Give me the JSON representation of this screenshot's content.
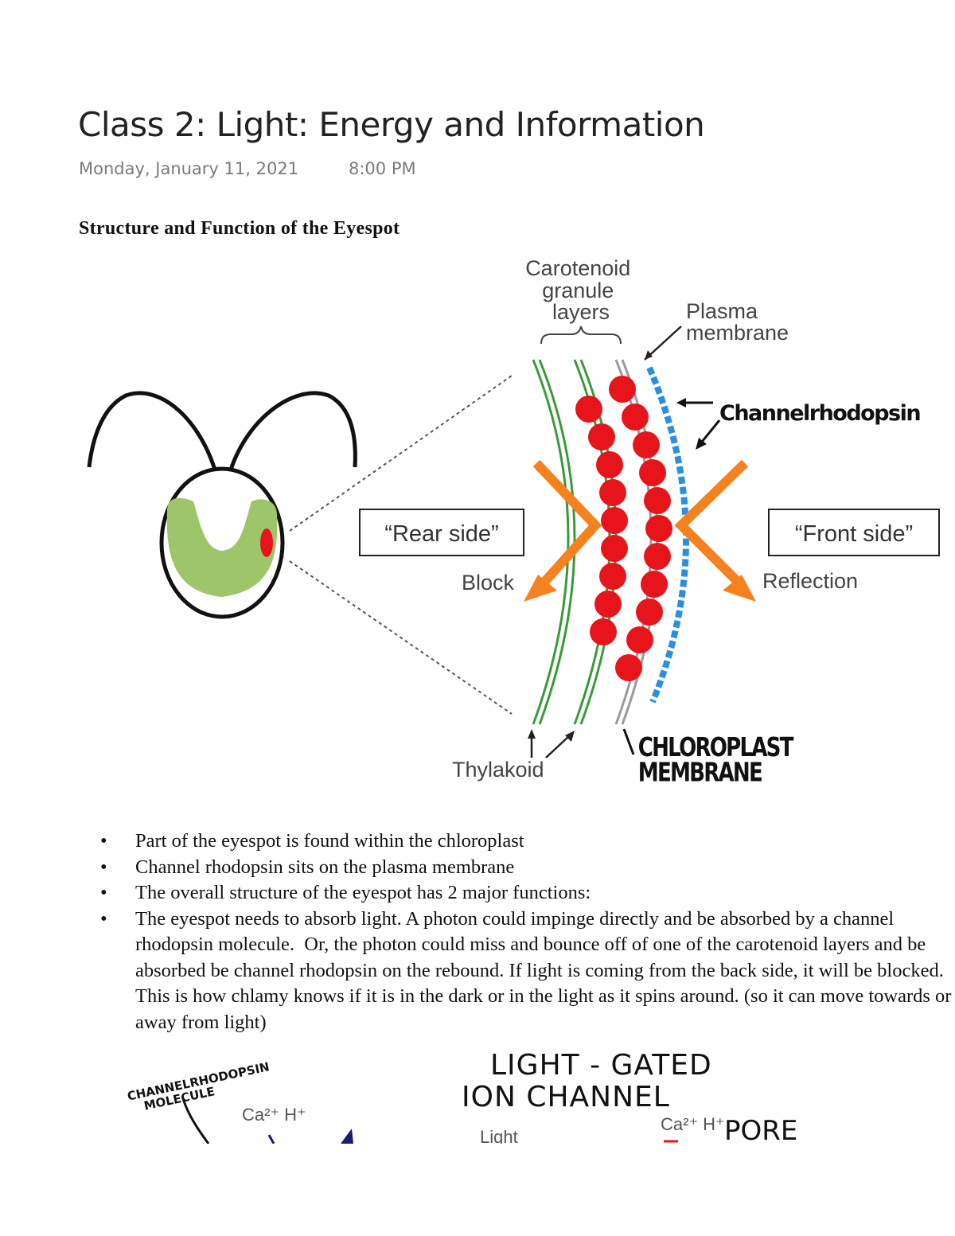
{
  "page": {
    "title": "Class 2: Light: Energy and Information",
    "date": "Monday, January 11, 2021",
    "time": "8:00 PM"
  },
  "section": {
    "heading": "Structure and Function of the Eyespot"
  },
  "eyespot_figure": {
    "label_carotenoid_line1": "Carotenoid",
    "label_carotenoid_line2": "granule",
    "label_carotenoid_line3": "layers",
    "label_plasma_line1": "Plasma",
    "label_plasma_line2": "membrane",
    "label_channelrhodopsin": "Channelrhodopsin",
    "label_rear_side": "“Rear side”",
    "label_front_side": "“Front side”",
    "label_block": "Block",
    "label_reflection": "Reflection",
    "label_thylakoid": "Thylakoid",
    "label_chloroplast_line1": "CHLOROPLAST",
    "label_chloroplast_line2": "MEMBRANE",
    "colors": {
      "thylakoid": "#3a9a3a",
      "granule": "#e8141c",
      "channelrhodopsin": "#2b8fe0",
      "arrow": "#f5821f",
      "cell_fill": "#9dc66a",
      "membrane": "#9a9a9a"
    }
  },
  "bullets": [
    "Part of the eyespot is found within the chloroplast",
    "Channel rhodopsin sits on the plasma membrane",
    "The overall structure of the eyespot has 2 major functions:",
    "The eyespot needs to absorb light. A photon could impinge directly and be absorbed by a channel rhodopsin molecule.  Or, the photon could miss and bounce off of one of the carotenoid layers and be absorbed be channel rhodopsin on the rebound. If light is coming from the back side, it will be blocked. This is how chlamy knows if it is in the dark or in the light as it spins around. (so it can move towards or away from light)"
  ],
  "bullet_symbol": "•",
  "bottom_figure": {
    "label_channelrhodopsin_line1": "CHANNELRHODOPSIN",
    "label_channelrhodopsin_line2": "MOLECULE",
    "label_ions_left": "Ca²⁺ H⁺",
    "label_light_gated_line1": "LIGHT - GATED",
    "label_light_gated_line2": "ION CHANNEL",
    "label_light": "Light",
    "label_ions_right": "Ca²⁺ H⁺",
    "label_pore": "PORE"
  }
}
